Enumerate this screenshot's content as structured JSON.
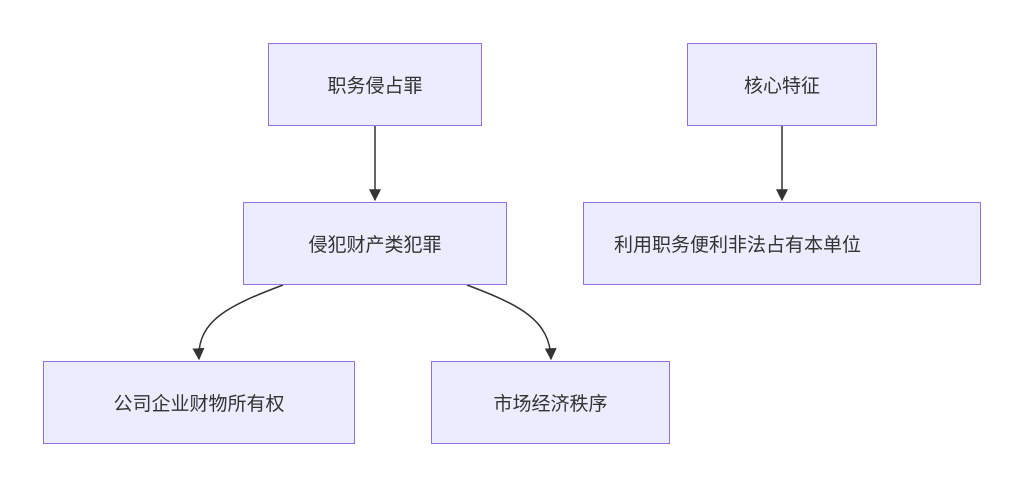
{
  "colors": {
    "node_fill": "#ececff",
    "node_border": "#9370db",
    "edge": "#333333",
    "text": "#333333"
  },
  "nodes": {
    "crime": "职务侵占罪",
    "category": "侵犯财产类犯罪",
    "object_company_property": "公司企业财物所有权",
    "object_market_order": "市场经济秩序",
    "core_feature": "核心特征",
    "feature_description": "利用职务便利非法占有本单位"
  },
  "edges": [
    {
      "from": "crime",
      "to": "category"
    },
    {
      "from": "category",
      "to": "object_company_property"
    },
    {
      "from": "category",
      "to": "object_market_order"
    },
    {
      "from": "core_feature",
      "to": "feature_description"
    }
  ]
}
